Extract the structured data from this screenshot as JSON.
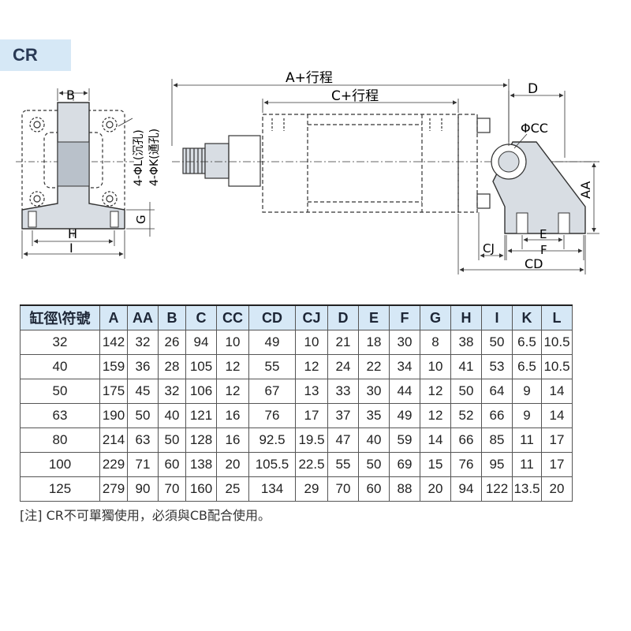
{
  "title": "CR",
  "labels": {
    "a_stroke": "A+行程",
    "c_stroke": "C+行程",
    "b": "B",
    "d": "D",
    "cc": "ΦCC",
    "aa": "AA",
    "l_hole": "4-ΦL(沉孔)",
    "k_hole": "4-ΦK(通孔)",
    "g": "G",
    "h": "H",
    "i": "I",
    "e": "E",
    "f": "F",
    "cj": "CJ",
    "cd": "CD"
  },
  "table": {
    "headers": [
      "缸徑\\符號",
      "A",
      "AA",
      "B",
      "C",
      "CC",
      "CD",
      "CJ",
      "D",
      "E",
      "F",
      "G",
      "H",
      "I",
      "K",
      "L"
    ],
    "rows": [
      [
        "32",
        "142",
        "32",
        "26",
        "94",
        "10",
        "49",
        "10",
        "21",
        "18",
        "30",
        "8",
        "38",
        "50",
        "6.5",
        "10.5"
      ],
      [
        "40",
        "159",
        "36",
        "28",
        "105",
        "12",
        "55",
        "12",
        "24",
        "22",
        "34",
        "10",
        "41",
        "53",
        "6.5",
        "10.5"
      ],
      [
        "50",
        "175",
        "45",
        "32",
        "106",
        "12",
        "67",
        "13",
        "33",
        "30",
        "44",
        "12",
        "50",
        "64",
        "9",
        "14"
      ],
      [
        "63",
        "190",
        "50",
        "40",
        "121",
        "16",
        "76",
        "17",
        "37",
        "35",
        "49",
        "12",
        "52",
        "66",
        "9",
        "14"
      ],
      [
        "80",
        "214",
        "63",
        "50",
        "128",
        "16",
        "92.5",
        "19.5",
        "47",
        "40",
        "59",
        "14",
        "66",
        "85",
        "11",
        "17"
      ],
      [
        "100",
        "229",
        "71",
        "60",
        "138",
        "20",
        "105.5",
        "22.5",
        "55",
        "50",
        "69",
        "15",
        "76",
        "95",
        "11",
        "17"
      ],
      [
        "125",
        "279",
        "90",
        "70",
        "160",
        "25",
        "134",
        "29",
        "70",
        "60",
        "88",
        "20",
        "94",
        "122",
        "13.5",
        "20"
      ]
    ]
  },
  "note": "[注] CR不可單獨使用，必須與CB配合使用。",
  "colors": {
    "header_bg": "#d6e8f6",
    "part_fill": "#d8dde3",
    "line": "#333333"
  }
}
